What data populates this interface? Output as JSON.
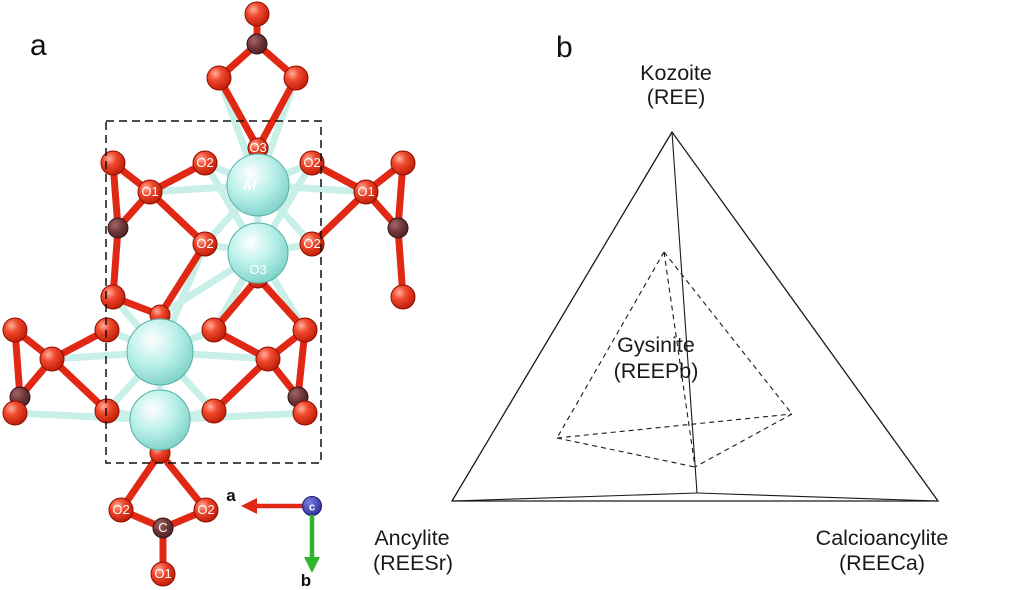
{
  "figure": {
    "background": "#ffffff",
    "panel_a": {
      "label": "a",
      "atom_labels": {
        "metal": "M",
        "carbon": "C",
        "o1": "O1",
        "o2": "O2",
        "o3": "O3"
      },
      "axis_labels": {
        "a": "a",
        "b": "b",
        "c": "c"
      },
      "colors": {
        "oxygen": "#e02815",
        "carbon": "#6b3336",
        "metal": "#9fe4dc",
        "metal_bond": "#c9efe9",
        "axis_a_arrow": "#e02815",
        "axis_b_arrow": "#2db52d",
        "axis_c_disc": "#2a2a9a"
      }
    },
    "panel_b": {
      "label": "b",
      "vertices": {
        "top": {
          "name": "Kozoite",
          "formula": "(REE)"
        },
        "bottom_left": {
          "name": "Ancylite",
          "formula": "(REESr)"
        },
        "bottom_right": {
          "name": "Calcioancylite",
          "formula": "(REECa)"
        },
        "inner": {
          "name": "Gysinite",
          "formula": "(REEPb)"
        }
      }
    }
  }
}
